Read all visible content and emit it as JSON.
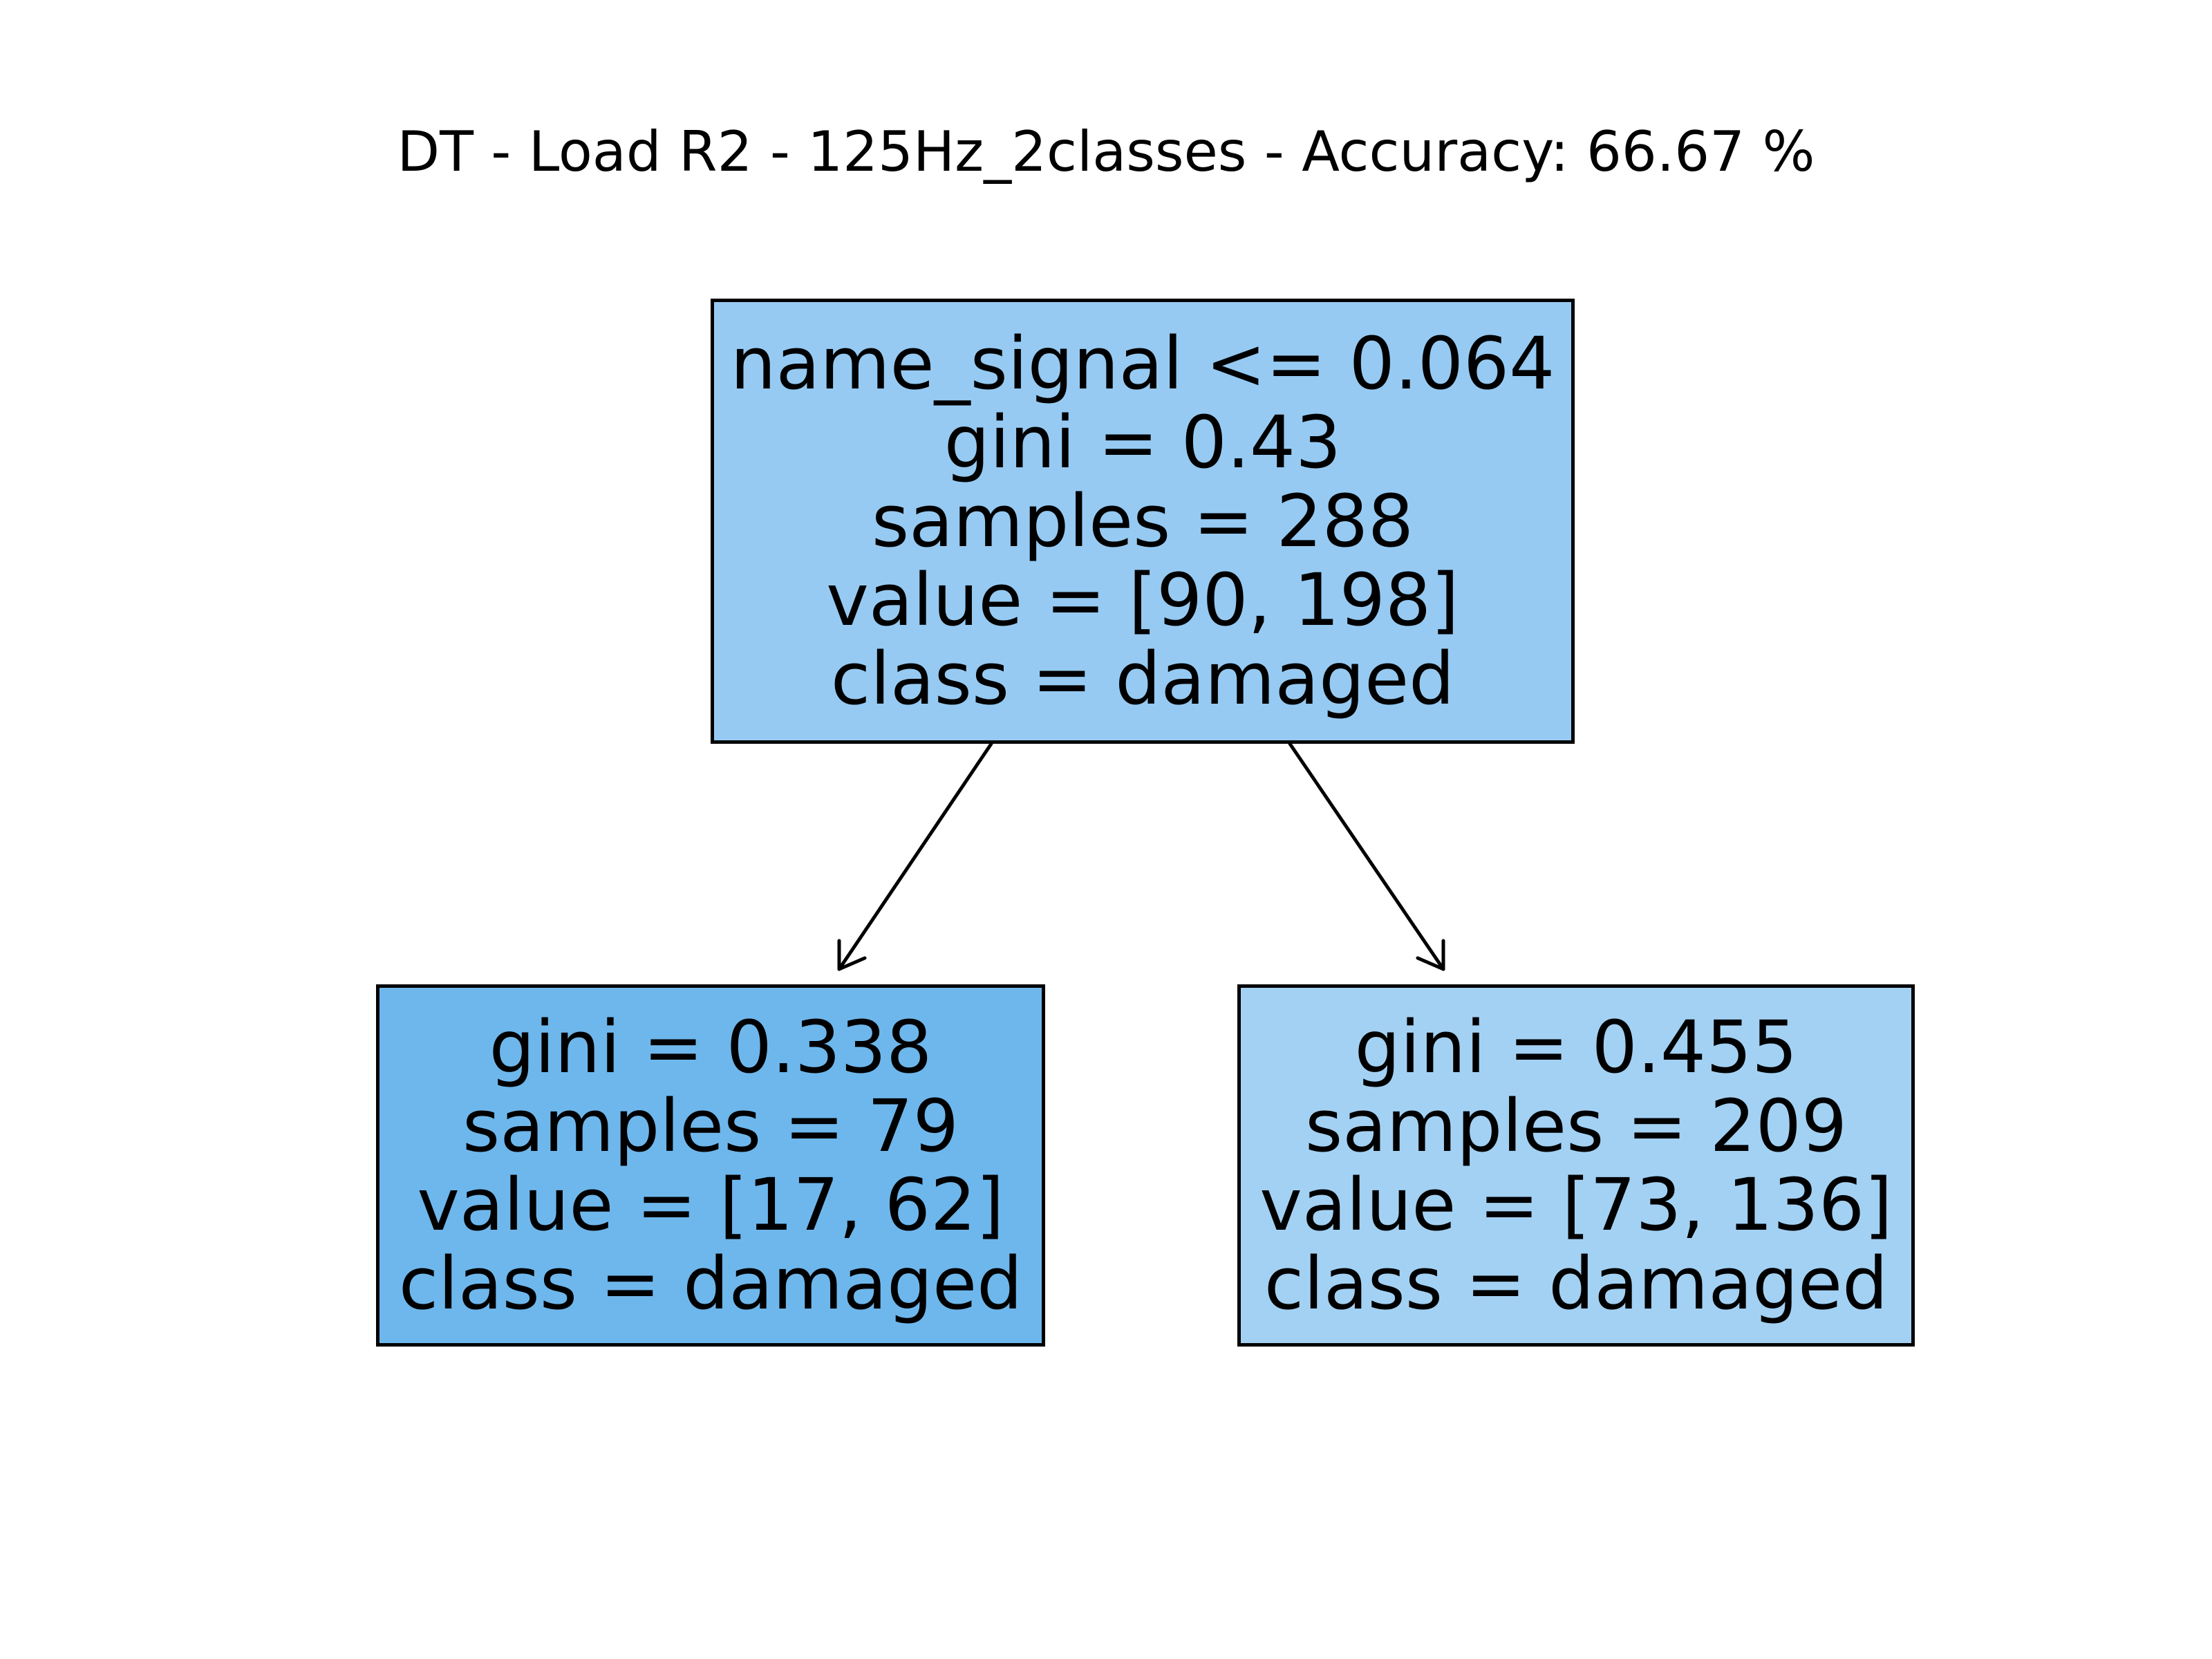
{
  "title": "DT - Load R2 - 125Hz_2classes - Accuracy: 66.67 %",
  "tree": {
    "root": {
      "lines": [
        "name_signal <= 0.064",
        "gini = 0.43",
        "samples = 288",
        "value = [90, 198]",
        "class = damaged"
      ],
      "fill": "#96caf2"
    },
    "left": {
      "lines": [
        "gini = 0.338",
        "samples = 79",
        "value = [17, 62]",
        "class = damaged"
      ],
      "fill": "#6eb7ec"
    },
    "right": {
      "lines": [
        "gini = 0.455",
        "samples = 209",
        "value = [73, 136]",
        "class = damaged"
      ],
      "fill": "#a3d1f3"
    }
  },
  "colors": {
    "edge": "#000000",
    "border": "#000000"
  }
}
